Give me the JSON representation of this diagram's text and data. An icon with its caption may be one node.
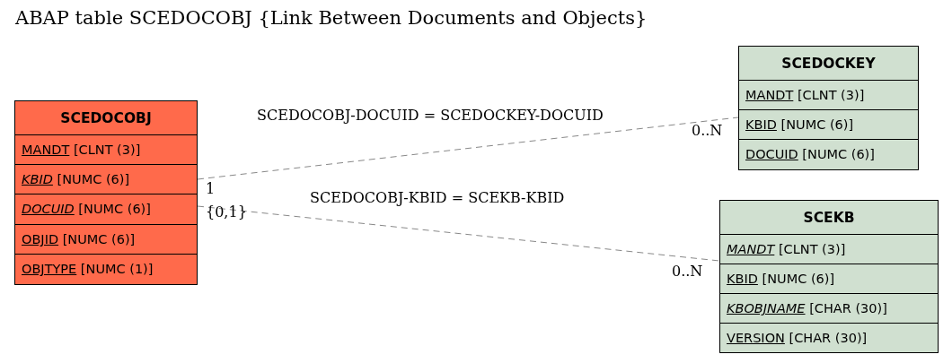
{
  "diagram": {
    "title": "ABAP table SCEDOCOBJ {Link Between Documents and Objects}",
    "nodes": [
      {
        "text": [
          "SCEDOCOBJ"
        ]
      },
      {
        "text": [
          "MANDT [CLNT (3)]"
        ],
        "in": 0
      },
      {
        "text": [
          "*KBID* [NUMC (6)]"
        ],
        "in": 0
      },
      {
        "text": [
          "*DOCUID* [NUMC (6)]"
        ],
        "in": 0
      },
      {
        "text": [
          "OBJID [NUMC (6)]"
        ],
        "in": 0
      },
      {
        "text": [
          "OBJTYPE [NUMC (1)]"
        ],
        "in": 0
      },
      {
        "text": [
          "SCEDOCKEY"
        ]
      },
      {
        "text": [
          "MANDT [CLNT (3)]"
        ],
        "in": 6
      },
      {
        "text": [
          "KBID [NUMC (6)]"
        ],
        "in": 6
      },
      {
        "text": [
          "DOCUID [NUMC (6)]"
        ],
        "in": 6
      },
      {
        "text": [
          "SCEKB"
        ]
      },
      {
        "text": [
          "*MANDT* [CLNT (3)]"
        ],
        "in": 10
      },
      {
        "text": [
          "KBID [NUMC (6)]"
        ],
        "in": 10
      },
      {
        "text": [
          "*KBOBJNAME* [CHAR (30)]"
        ],
        "in": 10
      },
      {
        "text": [
          "VERSION [CHAR (30)]"
        ],
        "in": 10
      }
    ],
    "edges": [
      {
        "from": 0,
        "to": 6,
        "arrow": "none",
        "label": "SCEDOCOBJ-DOCUID = SCEDOCKEY-DOCUID",
        "style": "dashed"
      },
      {
        "from": 0,
        "to": 10,
        "arrow": "none",
        "label": "SCEDOCOBJ-KBID = SCEKB-KBID",
        "style": "dashed"
      }
    ],
    "labels": [
      "0..N",
      "1",
      "{0,1}",
      "0..N"
    ]
  }
}
